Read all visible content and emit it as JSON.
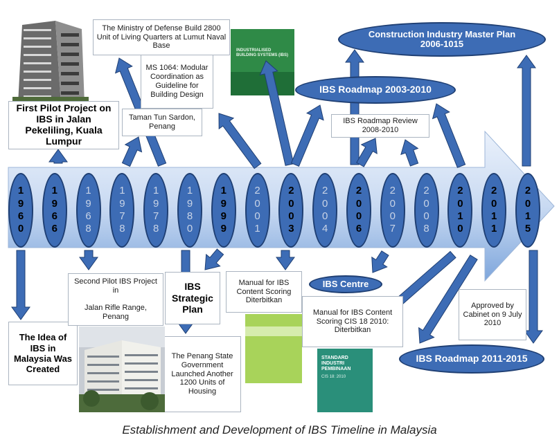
{
  "caption": "Establishment and Development of IBS Timeline in Malaysia",
  "colors": {
    "arrow_fill": "#3d6cb5",
    "arrow_stroke": "#1f3f73",
    "timeline_light": "#c9daf2",
    "timeline_dark": "#7ea6dc"
  },
  "years": [
    {
      "value": "1960",
      "emphasis": true
    },
    {
      "value": "1966",
      "emphasis": true
    },
    {
      "value": "1968",
      "emphasis": false
    },
    {
      "value": "1978",
      "emphasis": false
    },
    {
      "value": "1978",
      "emphasis": false
    },
    {
      "value": "1980",
      "emphasis": false
    },
    {
      "value": "1999",
      "emphasis": true
    },
    {
      "value": "2001",
      "emphasis": false
    },
    {
      "value": "2003",
      "emphasis": true
    },
    {
      "value": "2004",
      "emphasis": false
    },
    {
      "value": "2006",
      "emphasis": true
    },
    {
      "value": "2007",
      "emphasis": false
    },
    {
      "value": "2008",
      "emphasis": false
    },
    {
      "value": "2010",
      "emphasis": true
    },
    {
      "value": "2011",
      "emphasis": true
    },
    {
      "value": "2015",
      "emphasis": true
    }
  ],
  "top_boxes": {
    "first_pilot": "First Pilot Project on IBS in Jalan Pekeliling, Kuala Lumpur",
    "ministry_defense": "The Ministry of Defense Build 2800 Unit of Living Quarters at Lumut Naval Base",
    "ms1064": "MS 1064: Modular Coordination as Guideline for Building Design",
    "taman_tun": "Taman Tun Sardon, Penang",
    "roadmap_review": "IBS Roadmap Review 2008-2010"
  },
  "ellipses": {
    "cimp": "Construction Industry Master Plan 2006-1015",
    "roadmap_2003": "IBS Roadmap 2003-2010",
    "ibs_centre": "IBS Centre",
    "roadmap_2011": "IBS Roadmap 2011-2015"
  },
  "bottom_boxes": {
    "idea": "The Idea of IBS in Malaysia Was Created",
    "second_pilot": "Second Pilot  IBS Project in\n\nJalan Rifle Range, Penang",
    "strategic_plan": "IBS Strategic Plan",
    "penang_state": "The Penang State Government Launched Another 1200 Units of Housing",
    "manual_2003": "Manual for IBS Content Scoring Diterbitkan",
    "manual_cis18": "Manual for IBS Content Scoring CIS 18 2010: Diterbitkan",
    "approved": "Approved by Cabinet on 9 July 2010"
  },
  "documents": {
    "ibs_catalogue": "INDUSTRIALISED BUILDING SYSTEMS (IBS)",
    "standard_title": "STANDARD INDUSTRI PEMBINAAN",
    "standard_code": "CIS 18: 2010"
  }
}
